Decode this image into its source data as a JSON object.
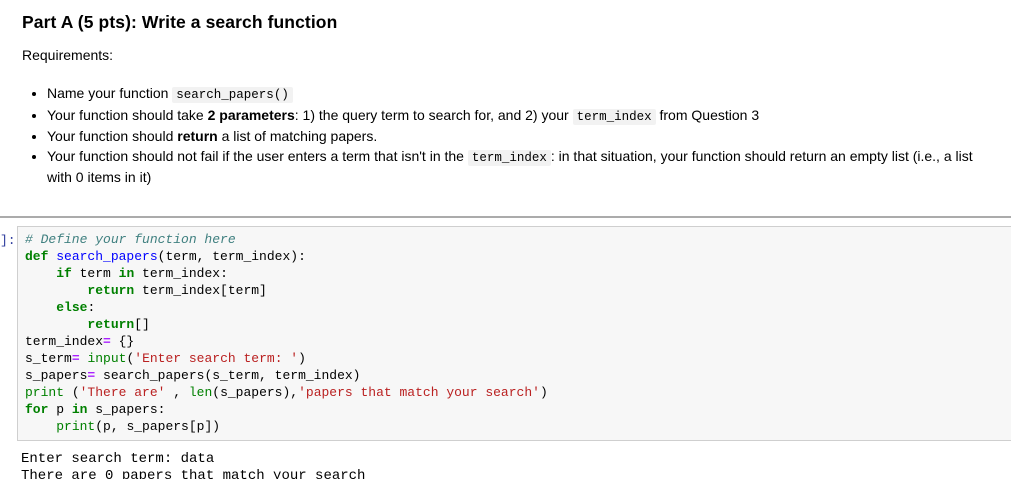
{
  "markdown": {
    "title": "Part A (5 pts): Write a search function",
    "intro": "Requirements:",
    "bullets": [
      [
        {
          "t": "Name your function "
        },
        {
          "t": "search_papers()",
          "s": "code"
        }
      ],
      [
        {
          "t": "Your function should take "
        },
        {
          "t": "2 parameters",
          "s": "b"
        },
        {
          "t": ": 1) the query term to search for, and 2) your "
        },
        {
          "t": "term_index",
          "s": "code"
        },
        {
          "t": " from Question 3"
        }
      ],
      [
        {
          "t": "Your function should "
        },
        {
          "t": "return",
          "s": "b"
        },
        {
          "t": " a list of matching papers."
        }
      ],
      [
        {
          "t": "Your function should not fail if the user enters a term that isn't in the "
        },
        {
          "t": "term_index",
          "s": "code"
        },
        {
          "t": ": in that situation, your function should return an empty list (i.e., a list with 0 items in it)"
        }
      ]
    ]
  },
  "cell": {
    "prompt": "]:",
    "code_lines": [
      [
        [
          "c",
          "# Define your function here"
        ]
      ],
      [
        [
          "k",
          "def"
        ],
        [
          "p",
          " "
        ],
        [
          "nf",
          "search_papers"
        ],
        [
          "p",
          "(term, term_index):"
        ]
      ],
      [
        [
          "p",
          "    "
        ],
        [
          "k",
          "if"
        ],
        [
          "p",
          " term "
        ],
        [
          "k",
          "in"
        ],
        [
          "p",
          " term_index:"
        ]
      ],
      [
        [
          "p",
          "        "
        ],
        [
          "k",
          "return"
        ],
        [
          "p",
          " term_index[term]"
        ]
      ],
      [
        [
          "p",
          "    "
        ],
        [
          "k",
          "else"
        ],
        [
          "p",
          ":"
        ]
      ],
      [
        [
          "p",
          "        "
        ],
        [
          "k",
          "return"
        ],
        [
          "p",
          "[]"
        ]
      ],
      [
        [
          "p",
          "term_index"
        ],
        [
          "o",
          "="
        ],
        [
          "p",
          " {}"
        ]
      ],
      [
        [
          "p",
          "s_term"
        ],
        [
          "o",
          "="
        ],
        [
          "p",
          " "
        ],
        [
          "nb",
          "input"
        ],
        [
          "p",
          "("
        ],
        [
          "s",
          "'Enter search term: '"
        ],
        [
          "p",
          ")"
        ]
      ],
      [
        [
          "p",
          "s_papers"
        ],
        [
          "o",
          "="
        ],
        [
          "p",
          " search_papers(s_term, term_index)"
        ]
      ],
      [
        [
          "nb",
          "print"
        ],
        [
          "p",
          " ("
        ],
        [
          "s",
          "'There are'"
        ],
        [
          "p",
          " , "
        ],
        [
          "nb",
          "len"
        ],
        [
          "p",
          "(s_papers),"
        ],
        [
          "s",
          "'papers that match your search'"
        ],
        [
          "p",
          ")"
        ]
      ],
      [
        [
          "k",
          "for"
        ],
        [
          "p",
          " p "
        ],
        [
          "k",
          "in"
        ],
        [
          "p",
          " s_papers:"
        ]
      ],
      [
        [
          "p",
          "    "
        ],
        [
          "nb",
          "print"
        ],
        [
          "p",
          "(p, s_papers[p])"
        ]
      ]
    ]
  },
  "output": {
    "lines": [
      "Enter search term: data",
      "There are 0 papers that match your search"
    ]
  },
  "colors": {
    "prompt": "#303F9F",
    "cell_bg": "#F7F7F7",
    "cell_border": "#CFCFCF",
    "keyword": "#008000",
    "function_name": "#0000FF",
    "comment": "#408080",
    "string": "#BA2121",
    "builtin": "#008000",
    "operator": "#AA22FF",
    "inline_code_bg": "#F2F2F2",
    "divider": "#ABABAB"
  }
}
